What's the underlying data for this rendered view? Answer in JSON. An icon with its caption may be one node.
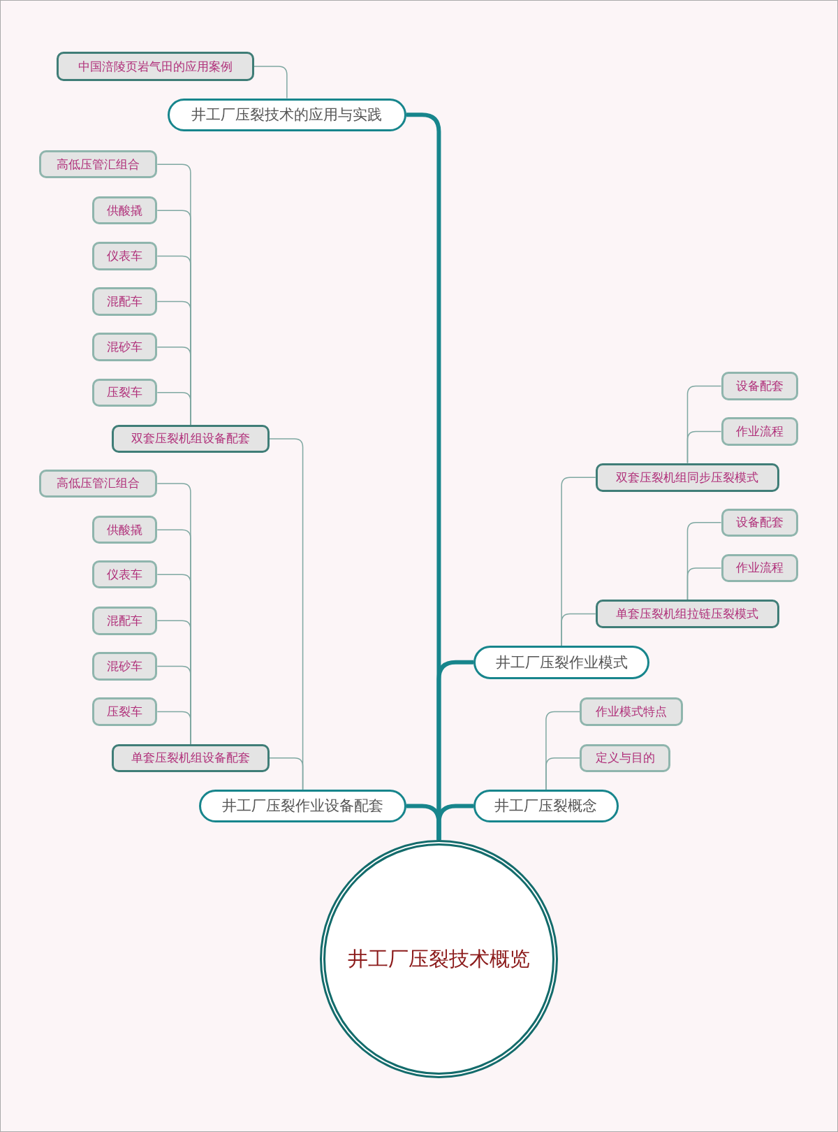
{
  "diagram": {
    "nodes": [
      {
        "text": [
          "井工厂压裂技术概览"
        ]
      },
      {
        "text": [
          "井工厂压裂技术的应用与实践"
        ]
      },
      {
        "text": [
          "中国涪陵页岩气田的应用案例"
        ]
      },
      {
        "text": [
          "井工厂压裂作业设备配套"
        ]
      },
      {
        "text": [
          "双套压裂机组设备配套"
        ]
      },
      {
        "text": [
          "高低压管汇组合"
        ]
      },
      {
        "text": [
          "供酸撬"
        ]
      },
      {
        "text": [
          "仪表车"
        ]
      },
      {
        "text": [
          "混配车"
        ]
      },
      {
        "text": [
          "混砂车"
        ]
      },
      {
        "text": [
          "压裂车"
        ]
      },
      {
        "text": [
          "单套压裂机组设备配套"
        ]
      },
      {
        "text": [
          "高低压管汇组合"
        ]
      },
      {
        "text": [
          "供酸撬"
        ]
      },
      {
        "text": [
          "仪表车"
        ]
      },
      {
        "text": [
          "混配车"
        ]
      },
      {
        "text": [
          "混砂车"
        ]
      },
      {
        "text": [
          "压裂车"
        ]
      },
      {
        "text": [
          "井工厂压裂作业模式"
        ]
      },
      {
        "text": [
          "双套压裂机组同步压裂模式"
        ]
      },
      {
        "text": [
          "设备配套"
        ]
      },
      {
        "text": [
          "作业流程"
        ]
      },
      {
        "text": [
          "单套压裂机组拉链压裂模式"
        ]
      },
      {
        "text": [
          "设备配套"
        ]
      },
      {
        "text": [
          "作业流程"
        ]
      },
      {
        "text": [
          "井工厂压裂概念"
        ]
      },
      {
        "text": [
          "作业模式特点"
        ]
      },
      {
        "text": [
          "定义与目的"
        ]
      }
    ],
    "edges": [
      {
        "from": 0,
        "to": 1,
        "arrow": "none",
        "style": "thick",
        "color": "#17858c"
      },
      {
        "from": 1,
        "to": 2,
        "arrow": "none"
      },
      {
        "from": 0,
        "to": 3,
        "arrow": "none",
        "style": "thick",
        "color": "#17858c"
      },
      {
        "from": 3,
        "to": 4,
        "arrow": "none"
      },
      {
        "from": 4,
        "to": 5,
        "arrow": "none"
      },
      {
        "from": 4,
        "to": 6,
        "arrow": "none"
      },
      {
        "from": 4,
        "to": 7,
        "arrow": "none"
      },
      {
        "from": 4,
        "to": 8,
        "arrow": "none"
      },
      {
        "from": 4,
        "to": 9,
        "arrow": "none"
      },
      {
        "from": 4,
        "to": 10,
        "arrow": "none"
      },
      {
        "from": 3,
        "to": 11,
        "arrow": "none"
      },
      {
        "from": 11,
        "to": 12,
        "arrow": "none"
      },
      {
        "from": 11,
        "to": 13,
        "arrow": "none"
      },
      {
        "from": 11,
        "to": 14,
        "arrow": "none"
      },
      {
        "from": 11,
        "to": 15,
        "arrow": "none"
      },
      {
        "from": 11,
        "to": 16,
        "arrow": "none"
      },
      {
        "from": 11,
        "to": 17,
        "arrow": "none"
      },
      {
        "from": 0,
        "to": 18,
        "arrow": "none",
        "style": "thick",
        "color": "#17858c"
      },
      {
        "from": 18,
        "to": 19,
        "arrow": "none"
      },
      {
        "from": 19,
        "to": 20,
        "arrow": "none"
      },
      {
        "from": 19,
        "to": 21,
        "arrow": "none"
      },
      {
        "from": 18,
        "to": 22,
        "arrow": "none"
      },
      {
        "from": 22,
        "to": 23,
        "arrow": "none"
      },
      {
        "from": 22,
        "to": 24,
        "arrow": "none"
      },
      {
        "from": 0,
        "to": 25,
        "arrow": "none",
        "style": "thick",
        "color": "#17858c"
      },
      {
        "from": 25,
        "to": 26,
        "arrow": "none"
      },
      {
        "from": 25,
        "to": 27,
        "arrow": "none"
      }
    ]
  }
}
